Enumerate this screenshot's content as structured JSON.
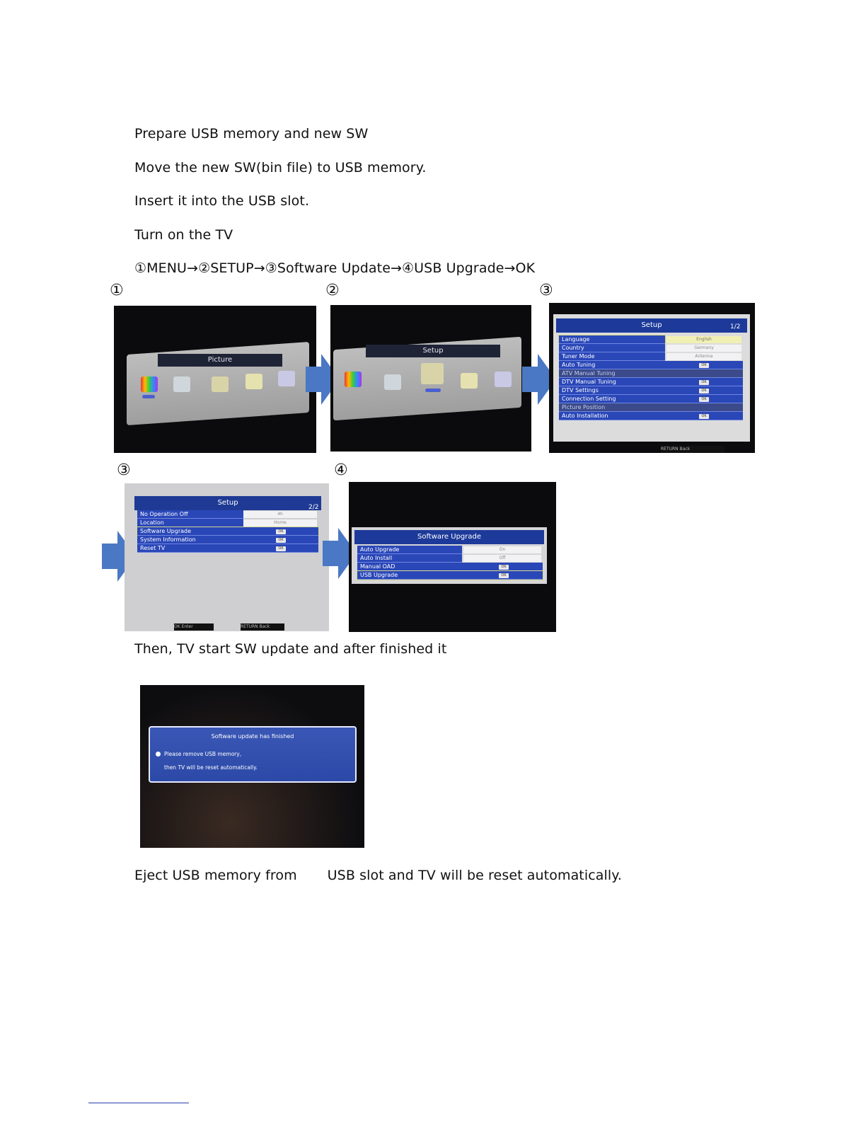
{
  "steps": {
    "s1": "Prepare USB memory and new SW",
    "s2": "Move the new SW(bin file) to USB memory.",
    "s3": "Insert it into the USB slot.",
    "s4": "Turn on the TV",
    "s5": "①MENU→②SETUP→③Software Update→④USB Upgrade→OK",
    "s6": "Then, TV start SW update and after finished it",
    "s7": "Eject USB memory from       USB slot and TV will be reset automatically."
  },
  "markers": {
    "m1": "①",
    "m2": "②",
    "m3": "③",
    "m3b": "③",
    "m4": "④"
  },
  "photo1": {
    "title": "Picture"
  },
  "photo2": {
    "title": "Setup"
  },
  "photo3": {
    "title": "Setup",
    "page": "1/2",
    "rows": [
      "Language",
      "Country",
      "Tuner Mode",
      "Auto Tuning",
      "ATV Manual Tuning",
      "DTV Manual Tuning",
      "DTV Settings",
      "Connection Setting",
      "Picture Position",
      "Auto Installation"
    ],
    "values": [
      "English",
      "Germany",
      "Antenna"
    ],
    "ok": "OK",
    "footer_right": "RETURN Back"
  },
  "photo4": {
    "title": "Setup",
    "page": "2/2",
    "rows": [
      "No Operation Off",
      "Location",
      "Software Upgrade",
      "System Information",
      "Reset TV"
    ],
    "values": [
      "4h",
      "Home"
    ],
    "ok": "OK",
    "footer_left": "OK Enter",
    "footer_right": "RETURN Back"
  },
  "photo5": {
    "title": "Software Upgrade",
    "rows": [
      "Auto Upgrade",
      "Auto Install",
      "Manual OAD",
      "USB Upgrade"
    ],
    "values": [
      "On",
      "Off"
    ],
    "ok": "OK"
  },
  "photo6": {
    "title": "Software update has finished",
    "line1": "Please remove USB memory,",
    "line2": "then TV will be reset automatically."
  },
  "colors": {
    "menu_blue": "#2a47b8",
    "arrow_blue": "#4a78c4",
    "title_blue": "#1d3a9a"
  }
}
